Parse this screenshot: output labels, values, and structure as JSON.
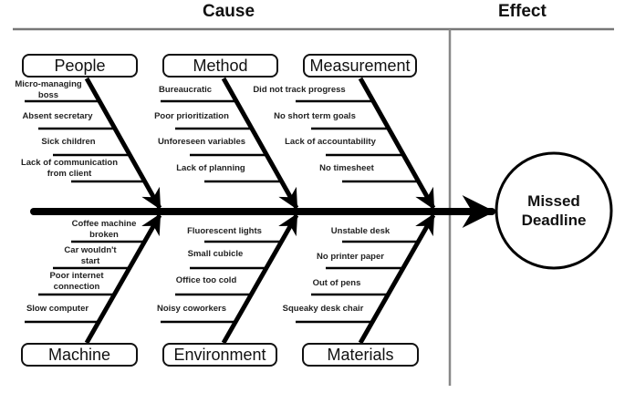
{
  "headers": {
    "cause": "Cause",
    "effect": "Effect"
  },
  "effect": {
    "line1": "Missed",
    "line2": "Deadline"
  },
  "categories": {
    "people": {
      "label": "People",
      "causes": [
        {
          "line1": "Micro-managing",
          "line2": "boss"
        },
        {
          "line1": "Absent secretary"
        },
        {
          "line1": "Sick children"
        },
        {
          "line1": "Lack of communication",
          "line2": "from client"
        }
      ]
    },
    "method": {
      "label": "Method",
      "causes": [
        {
          "line1": "Bureaucratic"
        },
        {
          "line1": "Poor prioritization"
        },
        {
          "line1": "Unforeseen variables"
        },
        {
          "line1": "Lack of planning"
        }
      ]
    },
    "measurement": {
      "label": "Measurement",
      "causes": [
        {
          "line1": "Did not track progress"
        },
        {
          "line1": "No short term goals"
        },
        {
          "line1": "Lack of accountability"
        },
        {
          "line1": "No timesheet"
        }
      ]
    },
    "machine": {
      "label": "Machine",
      "causes": [
        {
          "line1": "Coffee machine",
          "line2": "broken"
        },
        {
          "line1": "Car wouldn't",
          "line2": "start"
        },
        {
          "line1": "Poor internet",
          "line2": "connection"
        },
        {
          "line1": "Slow computer"
        }
      ]
    },
    "environment": {
      "label": "Environment",
      "causes": [
        {
          "line1": "Fluorescent lights"
        },
        {
          "line1": "Small cubicle"
        },
        {
          "line1": "Office too cold"
        },
        {
          "line1": "Noisy coworkers"
        }
      ]
    },
    "materials": {
      "label": "Materials",
      "causes": [
        {
          "line1": "Unstable desk"
        },
        {
          "line1": "No printer paper"
        },
        {
          "line1": "Out of pens"
        },
        {
          "line1": "Squeaky desk chair"
        }
      ]
    }
  }
}
